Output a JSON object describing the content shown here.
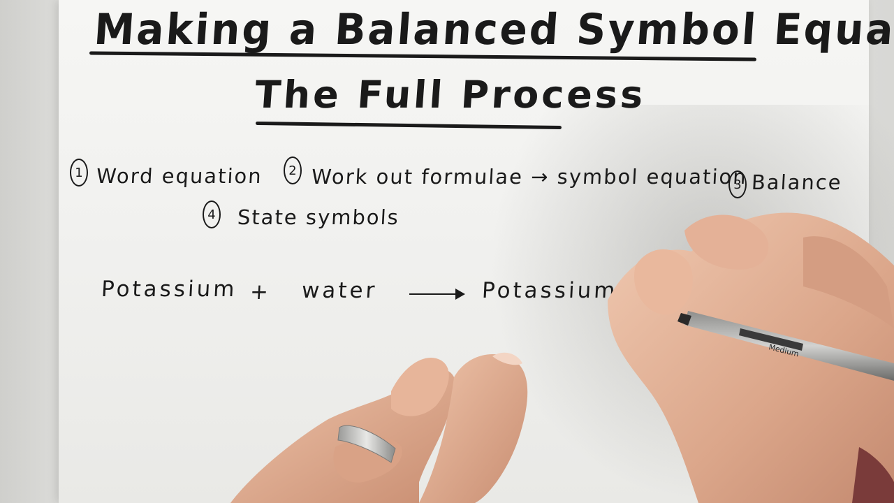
{
  "title": "Making a Balanced Symbol Equation",
  "subtitle": "The Full Process",
  "steps": [
    {
      "num": "1",
      "label": "Word equation"
    },
    {
      "num": "2",
      "label": "Work out formulae → symbol equation"
    },
    {
      "num": "3",
      "label": "Balance"
    },
    {
      "num": "4",
      "label": "State symbols"
    }
  ],
  "equation": {
    "reactant1": "Potassium",
    "plus": "+",
    "reactant2": "water",
    "product": "Potassium hy"
  },
  "pen_label": "Medium",
  "colors": {
    "ink": "#1a1a1a",
    "paper": "#f3f3f1",
    "skin": "#e6b9a0"
  }
}
